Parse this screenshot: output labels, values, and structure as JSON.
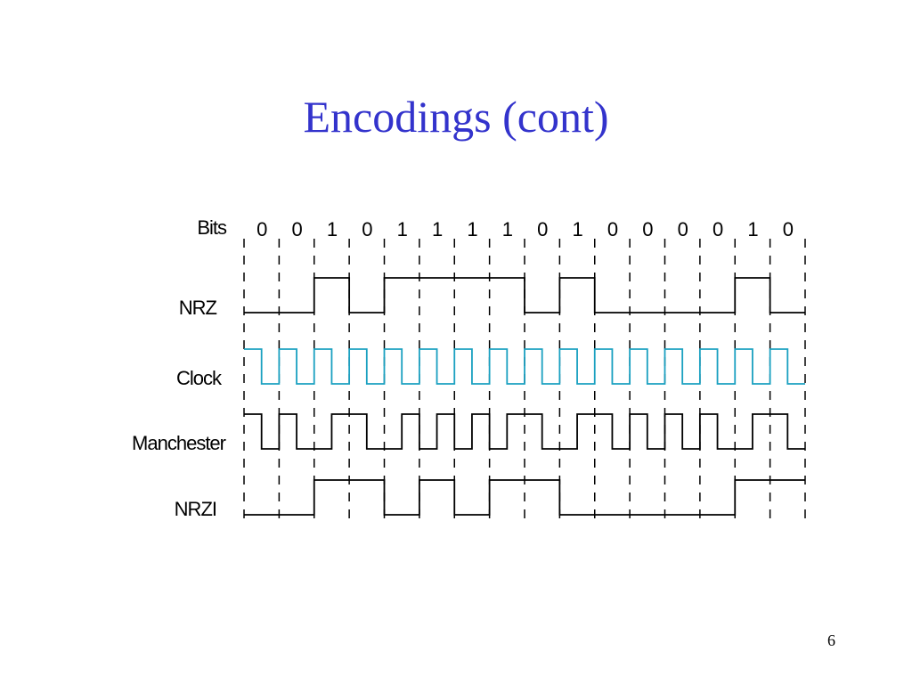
{
  "slide": {
    "title": "Encodings (cont)",
    "page_number": "6"
  },
  "diagram": {
    "bits_label": "Bits",
    "bits": [
      0,
      0,
      1,
      0,
      1,
      1,
      1,
      1,
      0,
      1,
      0,
      0,
      0,
      0,
      1,
      0
    ],
    "rows": [
      {
        "key": "nrz",
        "label": "NRZ",
        "color": "#000000"
      },
      {
        "key": "clock",
        "label": "Clock",
        "color": "#1aa0c0"
      },
      {
        "key": "manchester",
        "label": "Manchester",
        "color": "#000000"
      },
      {
        "key": "nrzi",
        "label": "NRZI",
        "color": "#000000"
      }
    ]
  }
}
